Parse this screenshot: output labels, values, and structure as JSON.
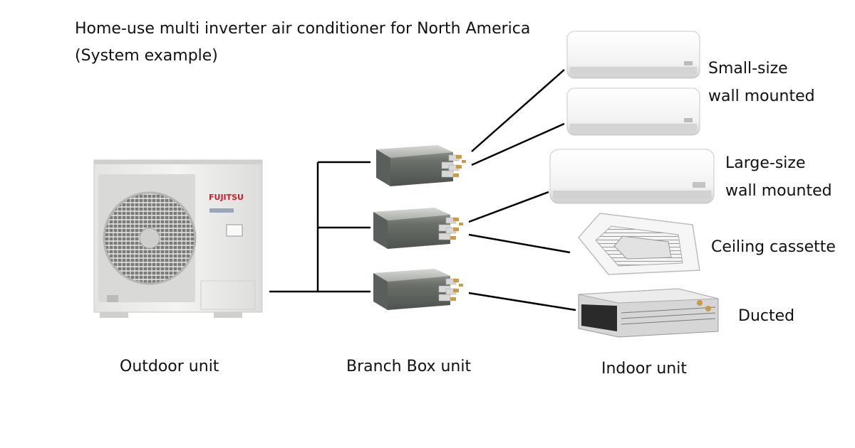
{
  "title": {
    "line1": "Home-use multi inverter air conditioner for North America",
    "line2": "(System example)"
  },
  "outdoor_unit": {
    "label": "Outdoor unit",
    "brand": "FUJITSU"
  },
  "branch_box": {
    "label": "Branch Box unit"
  },
  "indoor_unit": {
    "label": "Indoor unit",
    "types": [
      {
        "line1": "Small-size",
        "line2": "wall mounted"
      },
      {
        "line1": "Large-size",
        "line2": "wall mounted"
      },
      {
        "line1": "Ceiling cassette"
      },
      {
        "line1": "Ducted"
      }
    ]
  },
  "colors": {
    "line": "#000000",
    "unit_body": "#efefed",
    "box_body": "#5d625e",
    "brass": "#c89a4a",
    "brand_red": "#cc1f2e"
  }
}
